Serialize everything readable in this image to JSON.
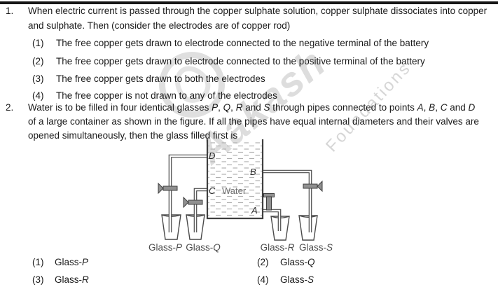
{
  "watermark": {
    "brand": "Aakash",
    "subtitle": "Foundations"
  },
  "colors": {
    "top_rule": "#161616",
    "text": "#1a1a1a",
    "figure_stroke": "#4a4a4a",
    "water_dash": "#b0b0b0",
    "valve_fill": "#909090",
    "watermark_gray": "#b2b2b2"
  },
  "q1": {
    "number": "1.",
    "lines": [
      "When electric current is passed through the copper sulphate solution, copper sulphate dissociates into copper",
      "and sulphate. Then (consider the electrodes are of copper rod)"
    ],
    "options": [
      {
        "num": "(1)",
        "text": "The free copper gets drawn to electrode connected to the negative terminal of the battery"
      },
      {
        "num": "(2)",
        "text": "The free copper gets drawn to electrode connected to the positive terminal of the battery"
      },
      {
        "num": "(3)",
        "text": "The free copper gets drawn to both the electrodes"
      },
      {
        "num": "(4)",
        "text": "The free copper is not drawn to any of the electrodes"
      }
    ]
  },
  "q2": {
    "number": "2.",
    "l1s": [
      "Water is to be filled in four identical glasses ",
      "P",
      ", ",
      "Q",
      ", ",
      "R",
      " and ",
      "S",
      " through pipes connected to points ",
      "A",
      ", ",
      "B",
      ", ",
      "C",
      " and ",
      "D"
    ],
    "line2": "of a large container as shown in the figure. If all the pipes have equal internal diameters and their valves are",
    "line3": "opened simultaneously, then the glass filled first is",
    "options": [
      {
        "num": "(1)",
        "prefix": "Glass-",
        "letter": "P"
      },
      {
        "num": "(2)",
        "prefix": "Glass-",
        "letter": "Q"
      },
      {
        "num": "(3)",
        "prefix": "Glass-",
        "letter": "R"
      },
      {
        "num": "(4)",
        "prefix": "Glass-",
        "letter": "S"
      }
    ]
  },
  "figure": {
    "labels": {
      "d": "D",
      "b": "B",
      "c": "C",
      "a": "A"
    },
    "water": "Water",
    "glasses": [
      {
        "prefix": "Glass-",
        "letter": "P"
      },
      {
        "prefix": "Glass-",
        "letter": "Q"
      },
      {
        "prefix": "Glass-",
        "letter": "R"
      },
      {
        "prefix": "Glass-",
        "letter": "S"
      }
    ]
  }
}
